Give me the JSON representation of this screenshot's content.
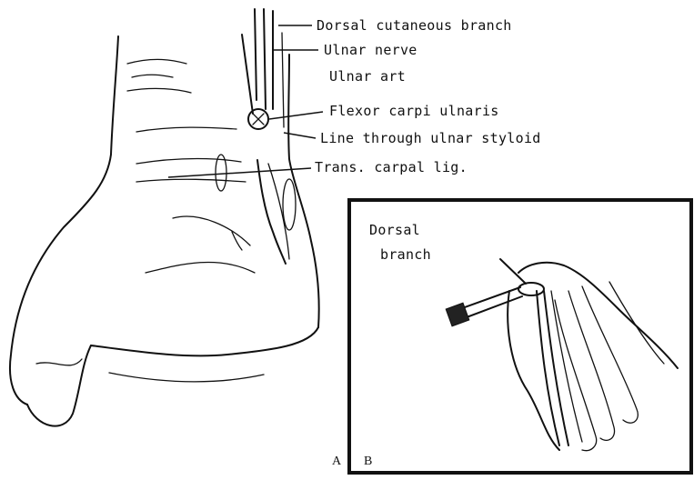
{
  "labels": {
    "dorsal_cutaneous_branch": "Dorsal cutaneous branch",
    "ulnar_nerve": "Ulnar nerve",
    "ulnar_art": "Ulnar art",
    "flexor_carpi_ulnaris": "Flexor carpi ulnaris",
    "line_through_ulnar_styloid": "Line through ulnar styloid",
    "trans_carpal_lig": "Trans. carpal lig."
  },
  "inset": {
    "label_line1": "Dorsal",
    "label_line2": "branch"
  },
  "panels": {
    "a": "A",
    "b": "B"
  }
}
